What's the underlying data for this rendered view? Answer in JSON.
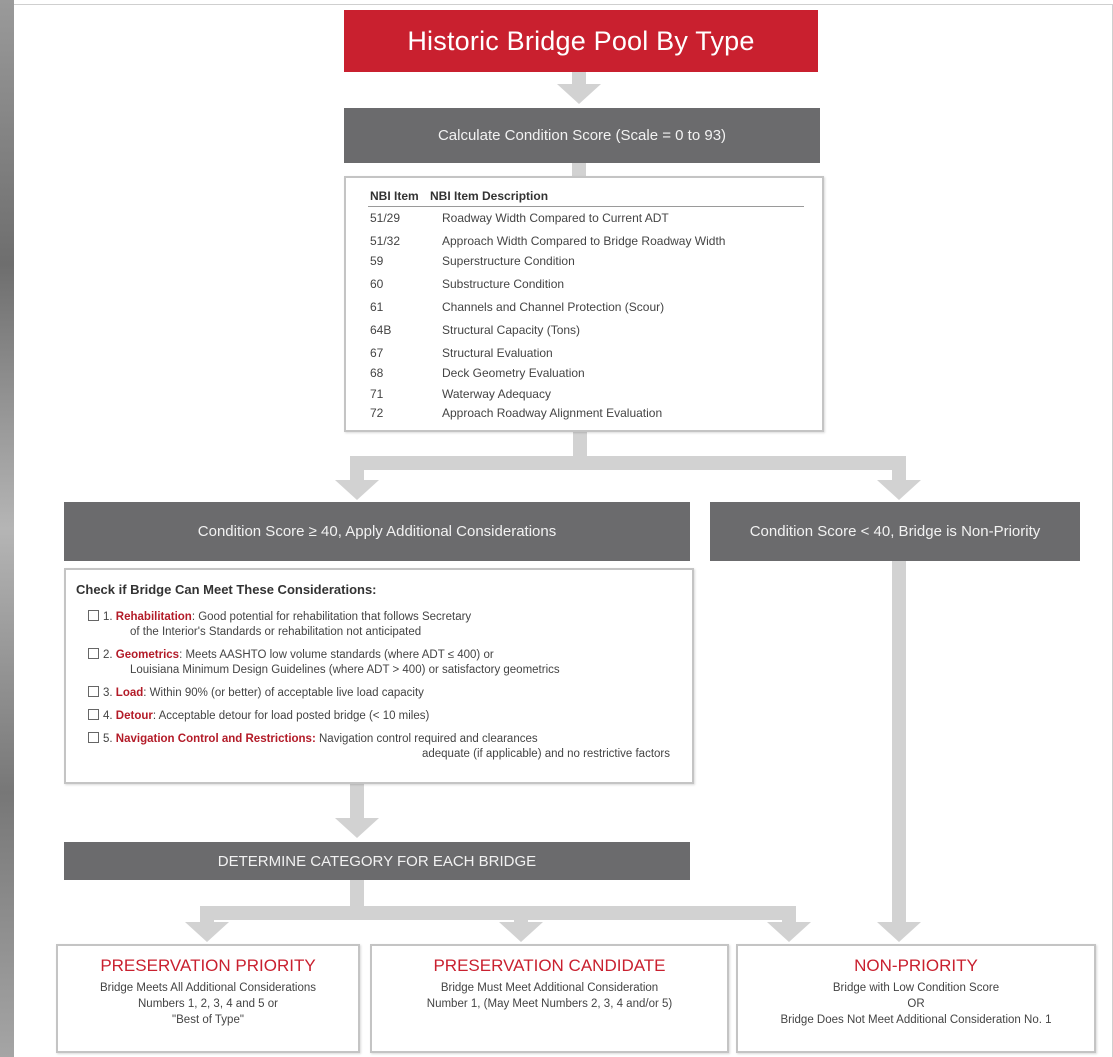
{
  "title": "Historic Bridge Pool By Type",
  "condition_bar": "Calculate Condition Score (Scale = 0 to 93)",
  "nbi_table": {
    "col1_header": "NBI Item",
    "col2_header": "NBI Item Description",
    "rows": [
      {
        "item": "51/29",
        "desc": "Roadway Width Compared to Current ADT"
      },
      {
        "item": "51/32",
        "desc": "Approach Width Compared to Bridge Roadway Width"
      },
      {
        "item": "59",
        "desc": "Superstructure Condition"
      },
      {
        "item": "60",
        "desc": "Substructure Condition"
      },
      {
        "item": "61",
        "desc": "Channels and Channel Protection (Scour)"
      },
      {
        "item": "64B",
        "desc": "Structural Capacity (Tons)"
      },
      {
        "item": "67",
        "desc": "Structural Evaluation"
      },
      {
        "item": "68",
        "desc": "Deck Geometry Evaluation"
      },
      {
        "item": "71",
        "desc": "Waterway Adequacy"
      },
      {
        "item": "72",
        "desc": "Approach Roadway Alignment Evaluation"
      }
    ]
  },
  "score_high_bar": "Condition Score ≥ 40, Apply Additional Considerations",
  "score_low_bar": "Condition Score < 40, Bridge is Non-Priority",
  "considerations": {
    "title": "Check if Bridge Can Meet These Considerations:",
    "items": [
      {
        "num": "1.",
        "label": "Rehabilitation",
        "line1": ": Good potential for rehabilitation that follows Secretary",
        "line2": "of the Interior's Standards or rehabilitation not anticipated"
      },
      {
        "num": "2.",
        "label": "Geometrics",
        "line1": ": Meets AASHTO low volume standards (where ADT ≤ 400) or",
        "line2": "Louisiana Minimum Design Guidelines (where ADT > 400) or satisfactory geometrics"
      },
      {
        "num": "3.",
        "label": "Load",
        "line1": ": Within 90% (or better) of acceptable live load capacity",
        "line2": ""
      },
      {
        "num": "4.",
        "label": "Detour",
        "line1": ": Acceptable detour for load posted bridge (< 10 miles)",
        "line2": ""
      },
      {
        "num": "5.",
        "label": "Navigation Control and Restrictions:",
        "line1": " Navigation control required and clearances",
        "line2": "adequate (if applicable) and no restrictive factors"
      }
    ]
  },
  "determine_bar": "DETERMINE CATEGORY FOR EACH BRIDGE",
  "outcomes": {
    "priority": {
      "title": "PRESERVATION PRIORITY",
      "lines": [
        "Bridge Meets All Additional Considerations",
        "Numbers 1, 2, 3, 4 and 5 or",
        "\"Best of Type\""
      ]
    },
    "candidate": {
      "title": "PRESERVATION CANDIDATE",
      "lines": [
        "Bridge Must Meet Additional Consideration",
        "Number 1, (May Meet Numbers 2, 3, 4 and/or 5)"
      ]
    },
    "nonpriority": {
      "title": "NON-PRIORITY",
      "lines": [
        "Bridge with Low Condition Score",
        "OR",
        "Bridge Does Not Meet Additional Consideration No. 1"
      ]
    }
  },
  "colors": {
    "title_red": "#c9202f",
    "bar_gray": "#6b6b6d",
    "connector_gray": "#d2d2d2",
    "label_red": "#b31b28"
  }
}
